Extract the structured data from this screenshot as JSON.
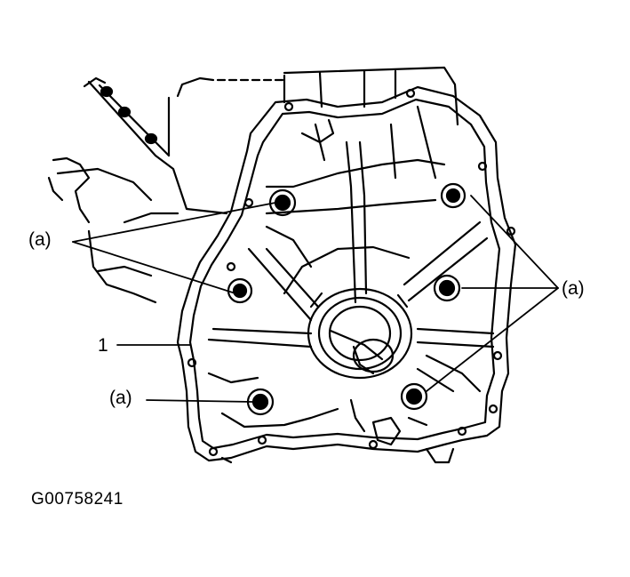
{
  "figure_id": "G00758241",
  "callouts": {
    "a_left_top": "(a)",
    "a_right": "(a)",
    "part_1": "1",
    "a_left_bottom": "(a)"
  },
  "colors": {
    "ink": "#000000",
    "paper": "#ffffff"
  }
}
